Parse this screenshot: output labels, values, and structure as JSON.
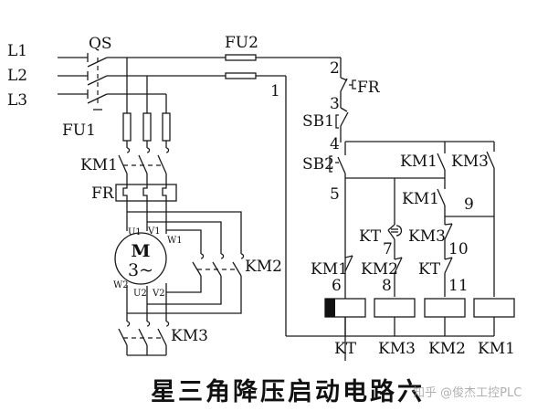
{
  "diagram": {
    "title": "星三角降压启动电路六",
    "watermark": "知乎 @俊杰工控PLC",
    "main_circuit": {
      "lines": [
        "L1",
        "L2",
        "L3"
      ],
      "switch": "QS",
      "fuse_main": "FU1",
      "contactor_main": "KM1",
      "overload": "FR",
      "motor": {
        "symbol": "M",
        "phase": "3~",
        "terminals": [
          "U1",
          "V1",
          "W1",
          "W2",
          "U2",
          "V2"
        ]
      },
      "contactor_delta": "KM2",
      "contactor_star": "KM3"
    },
    "control_circuit": {
      "fuse": "FU2",
      "nodes": [
        "1",
        "2",
        "3",
        "4",
        "5",
        "6",
        "7",
        "8",
        "9",
        "10",
        "11"
      ],
      "overload_contact": "FR",
      "stop_button": "SB1",
      "start_button": "SB2",
      "contacts": {
        "km1_hold": "KM1",
        "km3_top": "KM3",
        "km1_mid": "KM1",
        "kt_timer": "KT",
        "km3_nc": "KM3",
        "km1_nc": "KM1",
        "km2_nc": "KM2",
        "kt_nc": "KT"
      },
      "coils": [
        "KT",
        "KM3",
        "KM2",
        "KM1"
      ]
    }
  }
}
